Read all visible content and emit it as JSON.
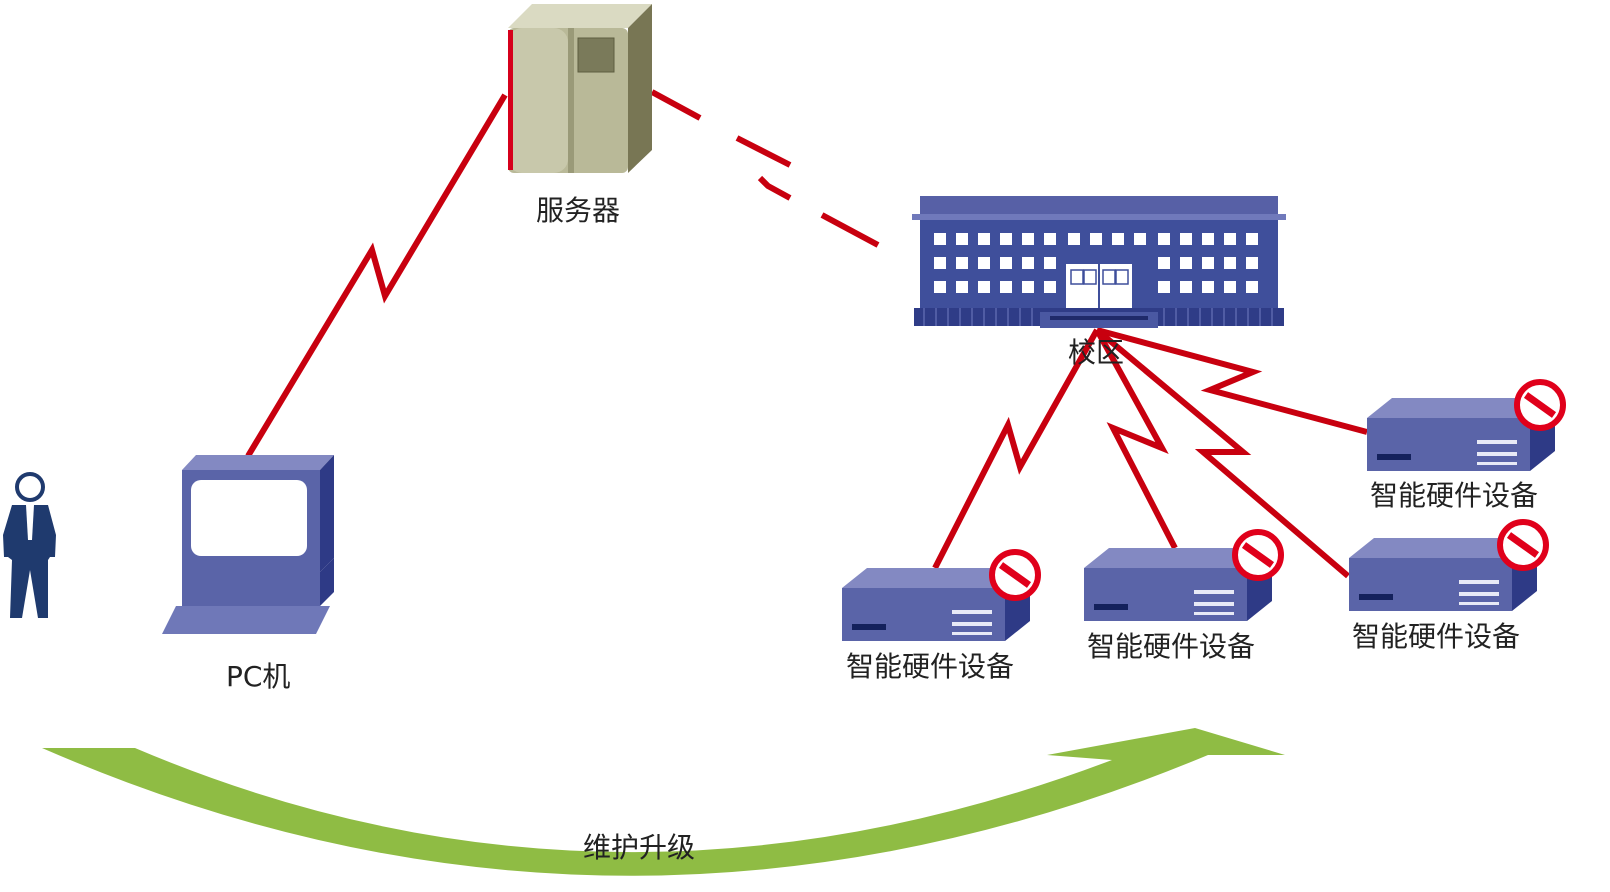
{
  "labels": {
    "server": "服务器",
    "pc": "PC机",
    "campus": "校区",
    "device": "智能硬件设备",
    "maintenance": "维护升级"
  },
  "icons": {
    "person": "person-icon",
    "pc": "desktop-computer-icon",
    "server": "server-icon",
    "campus": "building-icon",
    "device": "hardware-device-icon",
    "blocked": "no-entry-icon"
  },
  "colors": {
    "link": "#c8000f",
    "device": "#5a64a8",
    "building": "#3f4f9b",
    "arrow": "#8fbc44",
    "server": "#b9b998",
    "person": "#1f3a6e"
  }
}
